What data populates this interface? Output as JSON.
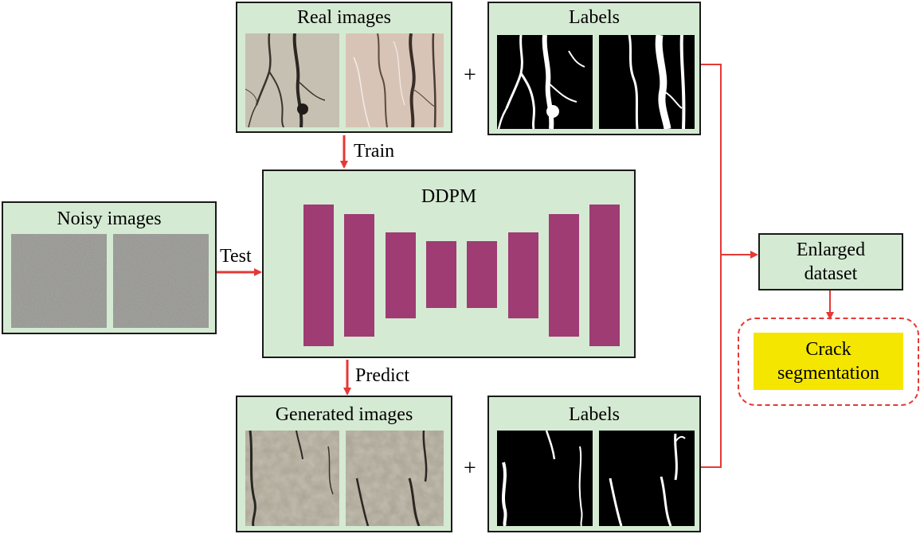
{
  "real_images": {
    "title": "Real images"
  },
  "labels_top": {
    "title": "Labels"
  },
  "noisy_images": {
    "title": "Noisy images"
  },
  "ddpm": {
    "title": "DDPM"
  },
  "generated_images": {
    "title": "Generated images"
  },
  "labels_bottom": {
    "title": "Labels"
  },
  "enlarged_dataset": {
    "line1": "Enlarged",
    "line2": "dataset"
  },
  "crack_segmentation": {
    "line1": "Crack",
    "line2": "segmentation"
  },
  "arrows": {
    "train": "Train",
    "test": "Test",
    "predict": "Predict"
  },
  "plus_sign": "+",
  "colors": {
    "box_fill": "#d5ead3",
    "unet": "#9e3c73",
    "arrow": "#e53935",
    "highlight": "#f5e600"
  }
}
